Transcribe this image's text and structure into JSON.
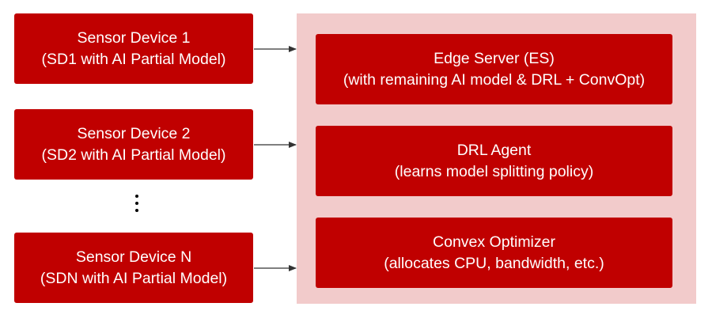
{
  "sensor_devices": [
    {
      "name": "Sensor Device 1",
      "detail": "(SD1 with AI Partial Model)"
    },
    {
      "name": "Sensor Device 2",
      "detail": "(SD2 with AI Partial Model)"
    },
    {
      "name": "Sensor Device N",
      "detail": "(SDN with AI Partial Model)"
    }
  ],
  "ellipsis": "⋮",
  "server_components": [
    {
      "name": "Edge Server (ES)",
      "detail": "(with remaining AI model & DRL + ConvOpt)"
    },
    {
      "name": "DRL Agent",
      "detail": "(learns model splitting policy)"
    },
    {
      "name": "Convex Optimizer",
      "detail": "(allocates CPU, bandwidth, etc.)"
    }
  ],
  "colors": {
    "box_fill": "#c00000",
    "box_text": "#ffffff",
    "panel_fill": "#f2cbcb",
    "arrow": "#333333"
  }
}
